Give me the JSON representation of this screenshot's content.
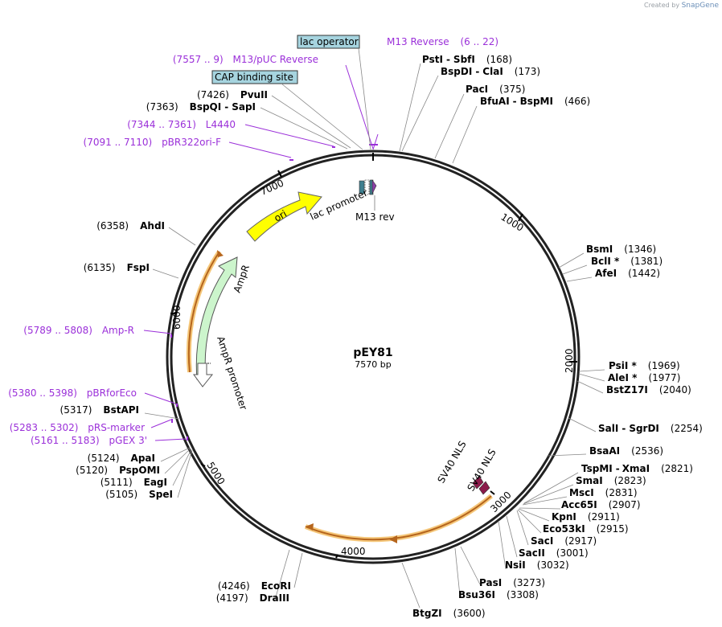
{
  "brand": {
    "prefix": "Created by",
    "name": "SnapGene"
  },
  "plasmid": {
    "name": "pEY81",
    "length_label": "7570 bp",
    "length": 7570
  },
  "ticks": [
    "1000",
    "2000",
    "3000",
    "4000",
    "5000",
    "6000",
    "7000"
  ],
  "features": {
    "ori": "ori",
    "lac_promoter": "lac promoter",
    "m13_rev": "M13 rev",
    "ampr": "AmpR",
    "ampr_promoter": "AmpR promoter",
    "sv40_nls_1": "SV40 NLS",
    "sv40_nls_2": "SV40 NLS"
  },
  "boxed": {
    "lac_operator": "lac operator",
    "cap_site": "CAP binding site"
  },
  "primers": {
    "m13_reverse": {
      "name": "M13 Reverse",
      "range": "(6 .. 22)"
    },
    "m13_puc_reverse": {
      "name": "M13/pUC Reverse",
      "range": "(7557 .. 9)"
    },
    "l4440": {
      "name": "L4440",
      "range": "(7344 .. 7361)"
    },
    "pbr322ori_f": {
      "name": "pBR322ori-F",
      "range": "(7091 .. 7110)"
    },
    "amp_r": {
      "name": "Amp-R",
      "range": "(5789 .. 5808)"
    },
    "pbrforeco": {
      "name": "pBRforEco",
      "range": "(5380 .. 5398)"
    },
    "prs_marker": {
      "name": "pRS-marker",
      "range": "(5283 .. 5302)"
    },
    "pgex3": {
      "name": "pGEX 3'",
      "range": "(5161 .. 5183)"
    }
  },
  "enzymes": {
    "psti": "PstI",
    "sbfi": "SbfI",
    "pos_psti": "(168)",
    "bspdi": "BspDI",
    "clai": "ClaI",
    "pos_bspdi": "(173)",
    "paci": "PacI",
    "pos_paci": "(375)",
    "bfuai": "BfuAI",
    "bspmi": "BspMI",
    "pos_bfuai": "(466)",
    "bsmi": "BsmI",
    "pos_bsmi": "(1346)",
    "bcli": "BclI *",
    "pos_bcli": "(1381)",
    "afei": "AfeI",
    "pos_afei": "(1442)",
    "psii": "PsiI *",
    "pos_psii": "(1969)",
    "alei": "AleI *",
    "pos_alei": "(1977)",
    "bstz17i": "BstZ17I",
    "pos_bstz17i": "(2040)",
    "sali": "SalI",
    "sgrdi": "SgrDI",
    "pos_sali": "(2254)",
    "bsaai": "BsaAI",
    "pos_bsaai": "(2536)",
    "tspmi": "TspMI",
    "xmai": "XmaI",
    "pos_tspmi": "(2821)",
    "smai": "SmaI",
    "pos_smai": "(2823)",
    "msci": "MscI",
    "pos_msci": "(2831)",
    "acc65i": "Acc65I",
    "pos_acc65i": "(2907)",
    "kpni": "KpnI",
    "pos_kpni": "(2911)",
    "eco53ki": "Eco53kI",
    "pos_eco53ki": "(2915)",
    "saci": "SacI",
    "pos_saci": "(2917)",
    "sacii": "SacII",
    "pos_sacii": "(3001)",
    "nsii": "NsiI",
    "pos_nsii": "(3032)",
    "pasi": "PasI",
    "pos_pasi": "(3273)",
    "bsu36i": "Bsu36I",
    "pos_bsu36i": "(3308)",
    "btgzi": "BtgZI",
    "pos_btgzi": "(3600)",
    "ecori": "EcoRI",
    "pos_ecori": "(4246)",
    "draiii": "DraIII",
    "pos_draiii": "(4197)",
    "apai": "ApaI",
    "pos_apai": "(5124)",
    "pspomi": "PspOMI",
    "pos_pspomi": "(5120)",
    "eagi": "EagI",
    "pos_eagi": "(5111)",
    "spei": "SpeI",
    "pos_spei": "(5105)",
    "bstapi": "BstAPI",
    "pos_bstapi": "(5317)",
    "fspi": "FspI",
    "pos_fspi": "(6135)",
    "ahdi": "AhdI",
    "pos_ahdi": "(6358)",
    "bspqi": "BspQI",
    "sapi": "SapI",
    "pos_bspqi": "(7363)",
    "pvuii": "PvuII",
    "pos_pvuii": "(7426)",
    "dash": "-"
  },
  "colors": {
    "backbone": "#222222",
    "ori": "#ffff00",
    "ampr": "#ccf5cc",
    "orf": "#f5a623",
    "primer": "#9b30d9",
    "box_fill": "#a6d4df",
    "nls": "#8b1a4a"
  }
}
